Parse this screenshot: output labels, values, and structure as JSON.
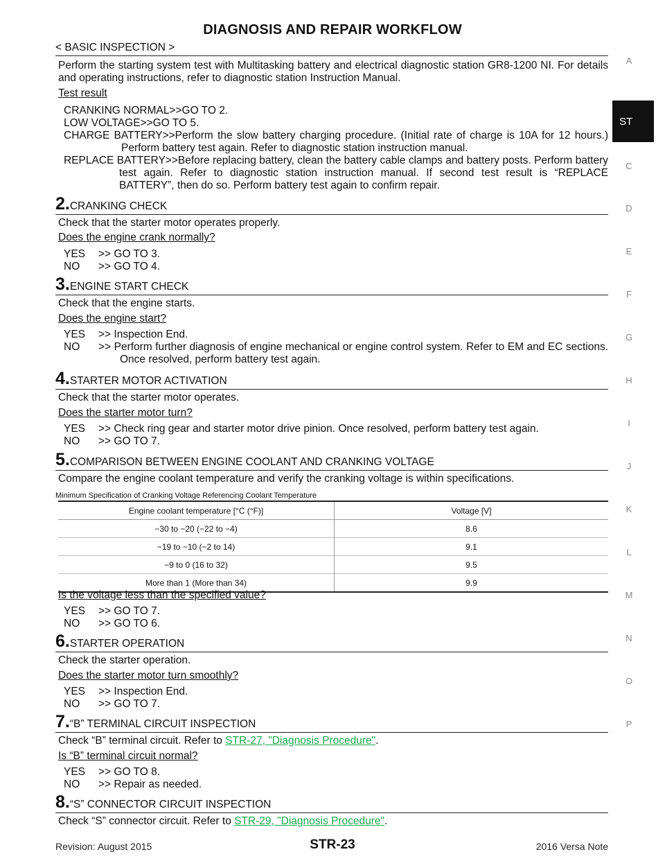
{
  "title": "DIAGNOSIS AND REPAIR WORKFLOW",
  "section": "< BASIC INSPECTION >",
  "intro": "Perform the starting system test with Multitasking battery and electrical diagnostic station GR8-1200 NI. For details and operating instructions, refer to diagnostic station Instruction Manual.",
  "test_result_label": "Test result",
  "results": [
    "CRANKING NORMAL>>GO TO 2.",
    "LOW VOLTAGE>>GO TO 5.",
    "CHARGE BATTERY>>Perform the slow battery charging procedure. (Initial rate of charge is 10A for 12 hours.) Perform battery test again. Refer to diagnostic station instruction manual.",
    "REPLACE BATTERY>>Before replacing battery, clean the battery cable clamps and battery posts. Perform battery test again. Refer to diagnostic station instruction manual. If second test result is “REPLACE BATTERY”, then do so. Perform battery test again to confirm repair."
  ],
  "steps": [
    {
      "num": "2.",
      "title": "CRANKING CHECK",
      "text": "Check that the starter motor operates properly.",
      "question": "Does the engine crank normally?",
      "yes": ">> GO TO 3.",
      "no": ">> GO TO 4."
    },
    {
      "num": "3.",
      "title": "ENGINE START CHECK",
      "text": "Check that the engine starts.",
      "question": "Does the engine start?",
      "yes": ">> Inspection End.",
      "no": ">> Perform further diagnosis of engine mechanical or engine control system. Refer to EM and EC sections. Once resolved, perform battery test again."
    },
    {
      "num": "4.",
      "title": "STARTER MOTOR ACTIVATION",
      "text": "Check that the starter motor operates.",
      "question": "Does the starter motor turn?",
      "yes": ">> Check ring gear and starter motor drive pinion. Once resolved, perform battery test again.",
      "no": ">> GO TO 7."
    },
    {
      "num": "5.",
      "title": "COMPARISON BETWEEN ENGINE COOLANT AND CRANKING VOLTAGE",
      "text": "Compare the engine coolant temperature and verify the cranking voltage is within specifications.",
      "question": "Is the voltage less than the specified value?",
      "yes": ">> GO TO 7.",
      "no": ">> GO TO 6."
    },
    {
      "num": "6.",
      "title": "STARTER OPERATION",
      "text": "Check the starter operation.",
      "question": "Does the starter motor turn smoothly?",
      "yes": ">> Inspection End.",
      "no": ">> GO TO 7."
    },
    {
      "num": "7.",
      "title": "“B” TERMINAL CIRCUIT INSPECTION",
      "text_pre": "Check “B” terminal circuit. Refer to ",
      "link": "STR-27, \"Diagnosis Procedure\"",
      "text_post": ".",
      "question": "Is “B” terminal circuit normal?",
      "yes": ">> GO TO 8.",
      "no": ">> Repair as needed."
    },
    {
      "num": "8.",
      "title": "“S” CONNECTOR CIRCUIT INSPECTION",
      "text_pre": "Check “S” connector circuit. Refer to ",
      "link": "STR-29, \"Diagnosis Procedure\"",
      "text_post": "."
    }
  ],
  "yes_label": "YES",
  "no_label": "NO",
  "table": {
    "caption": "Minimum Specification of Cranking Voltage Referencing Coolant Temperature",
    "headers": [
      "Engine coolant temperature [°C (°F)]",
      "Voltage [V]"
    ],
    "rows": [
      [
        "−30 to −20 (−22 to −4)",
        "8.6"
      ],
      [
        "−19 to −10 (−2 to 14)",
        "9.1"
      ],
      [
        "−9 to 0 (16 to 32)",
        "9.5"
      ],
      [
        "More than 1 (More than 34)",
        "9.9"
      ]
    ]
  },
  "sidebar_letters": [
    "A",
    "C",
    "D",
    "E",
    "F",
    "G",
    "H",
    "I",
    "J",
    "K",
    "L",
    "M",
    "N",
    "O",
    "P"
  ],
  "sidebar_tab": "ST",
  "footer": {
    "left": "Revision: August 2015",
    "center": "STR-23",
    "right": "2016 Versa Note"
  }
}
